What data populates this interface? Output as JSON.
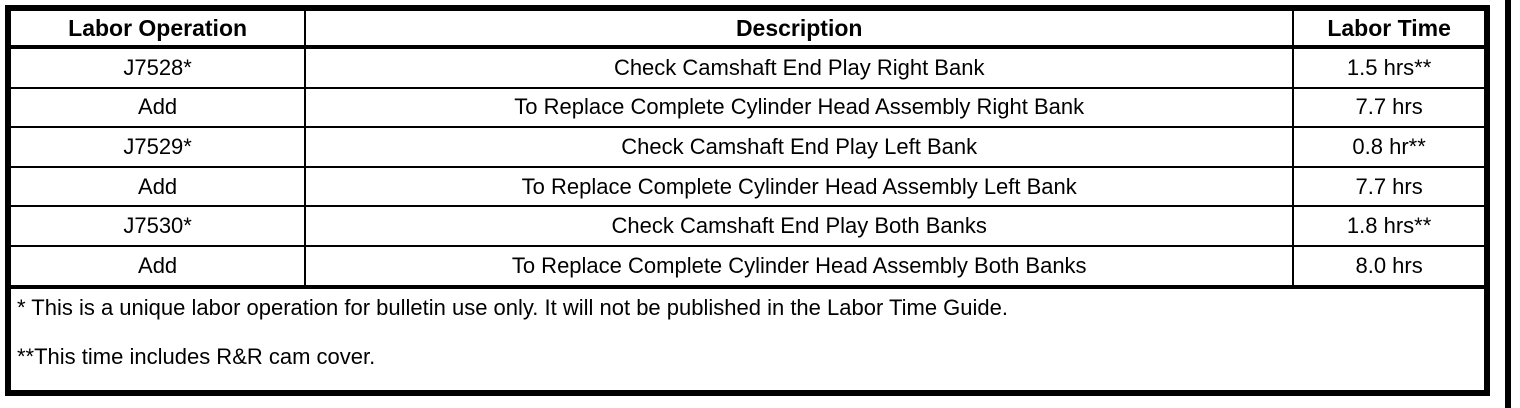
{
  "table": {
    "columns": [
      {
        "key": "operation",
        "label": "Labor Operation"
      },
      {
        "key": "description",
        "label": "Description"
      },
      {
        "key": "time",
        "label": "Labor Time"
      }
    ],
    "rows": [
      {
        "operation": "J7528*",
        "description": "Check Camshaft End Play Right Bank",
        "time": "1.5 hrs**"
      },
      {
        "operation": "Add",
        "description": "To Replace Complete Cylinder Head Assembly Right Bank",
        "time": "7.7 hrs"
      },
      {
        "operation": "J7529*",
        "description": "Check Camshaft End Play Left Bank",
        "time": "0.8 hr**"
      },
      {
        "operation": "Add",
        "description": "To Replace Complete Cylinder Head Assembly Left Bank",
        "time": "7.7 hrs"
      },
      {
        "operation": "J7530*",
        "description": "Check Camshaft End Play Both Banks",
        "time": "1.8 hrs**"
      },
      {
        "operation": "Add",
        "description": "To Replace Complete Cylinder Head Assembly Both Banks",
        "time": "8.0 hrs"
      }
    ],
    "footnotes": [
      "* This is a unique labor operation for bulletin use only. It will not be published in the Labor Time Guide.",
      "**This time includes R&R cam cover."
    ]
  },
  "style": {
    "border_color": "#000000",
    "text_color": "#000000",
    "background": "#ffffff"
  }
}
